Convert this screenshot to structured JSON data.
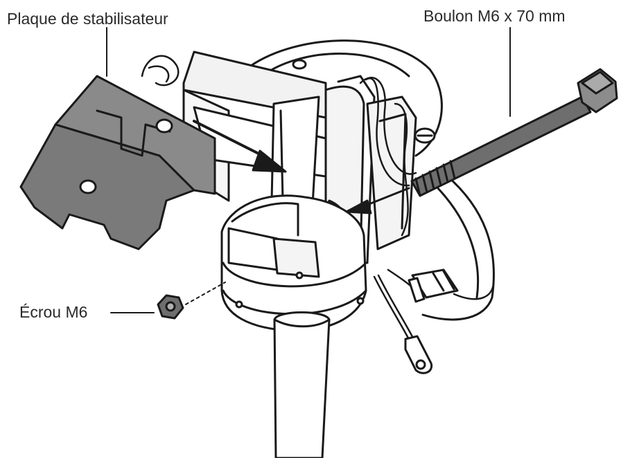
{
  "callouts": {
    "stabilizer_plate": "Plaque de stabilisateur",
    "bolt": "Boulon M6 x 70 mm",
    "nut": "Écrou M6"
  },
  "colors": {
    "line": "#1a1a1a",
    "plate_fill": "#7a7a7a",
    "bolt_fill": "#6e6e6e",
    "metal_fill": "#ececec",
    "label_text": "#2a2a2a"
  }
}
